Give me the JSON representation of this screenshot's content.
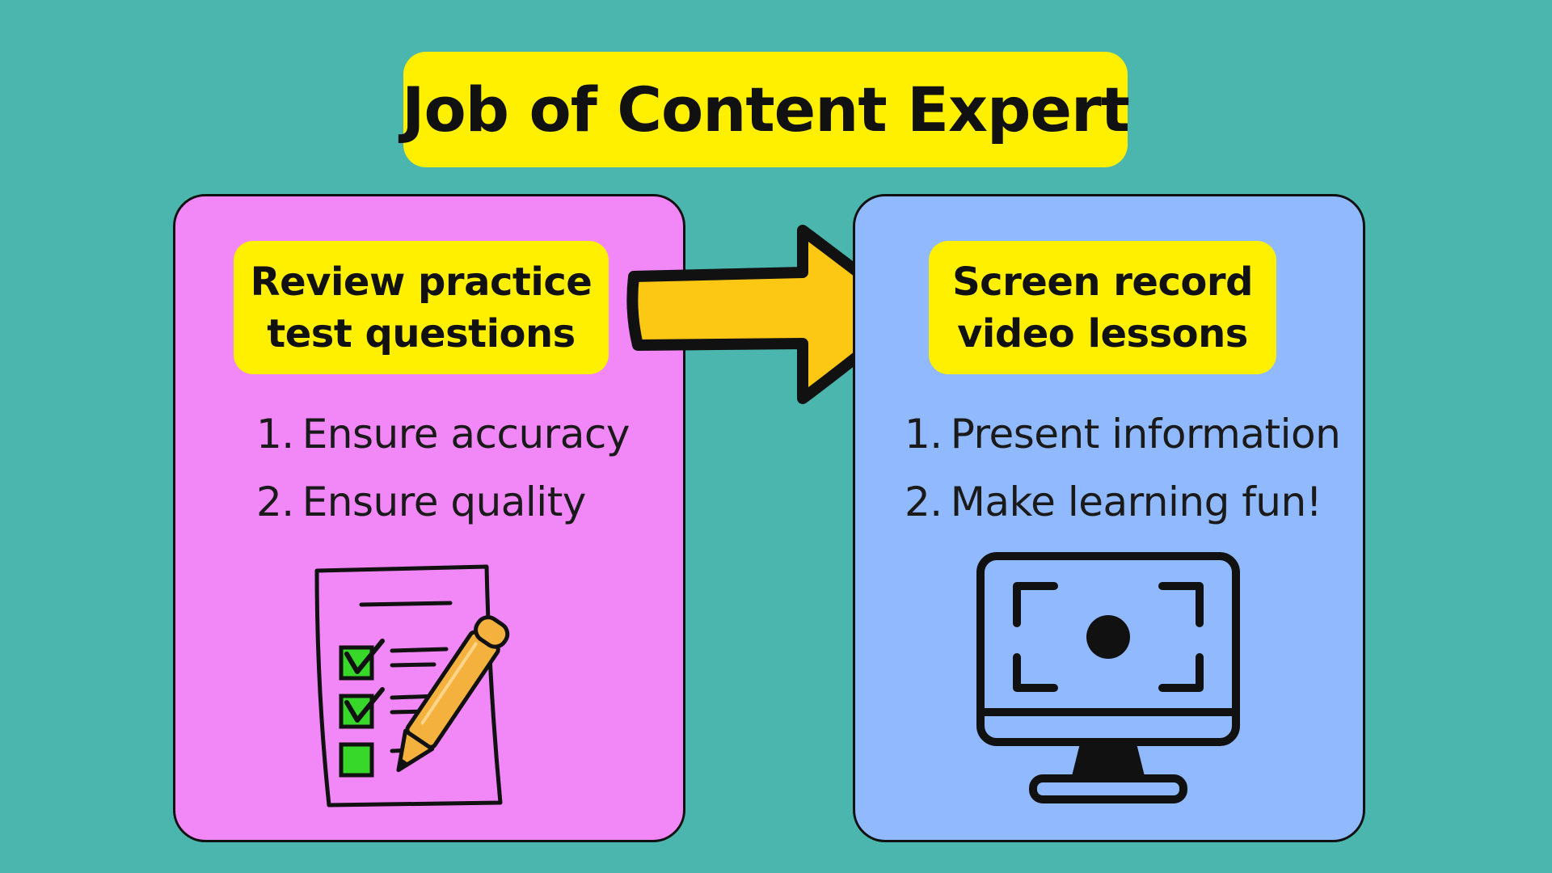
{
  "title": "Job of Content Expert",
  "left_panel": {
    "heading_lines": [
      "Review practice",
      "test questions"
    ],
    "items": [
      {
        "number": "1.",
        "text": "Ensure accuracy"
      },
      {
        "number": "2.",
        "text": "Ensure quality"
      }
    ],
    "icon": "checklist-with-pencil-icon"
  },
  "right_panel": {
    "heading_lines": [
      "Screen record",
      "video lessons"
    ],
    "items": [
      {
        "number": "1.",
        "text": "Present information"
      },
      {
        "number": "2.",
        "text": "Make learning fun!"
      }
    ],
    "icon": "screen-record-monitor-icon"
  },
  "connector_icon": "right-arrow-icon",
  "colors": {
    "background": "#4ab6ad",
    "highlight_yellow": "#fff000",
    "left_panel": "#f288f8",
    "right_panel": "#91b9fd",
    "arrow_fill": "#fcc814",
    "checkbox_green": "#37d82a",
    "pencil_orange": "#f5b13d"
  }
}
